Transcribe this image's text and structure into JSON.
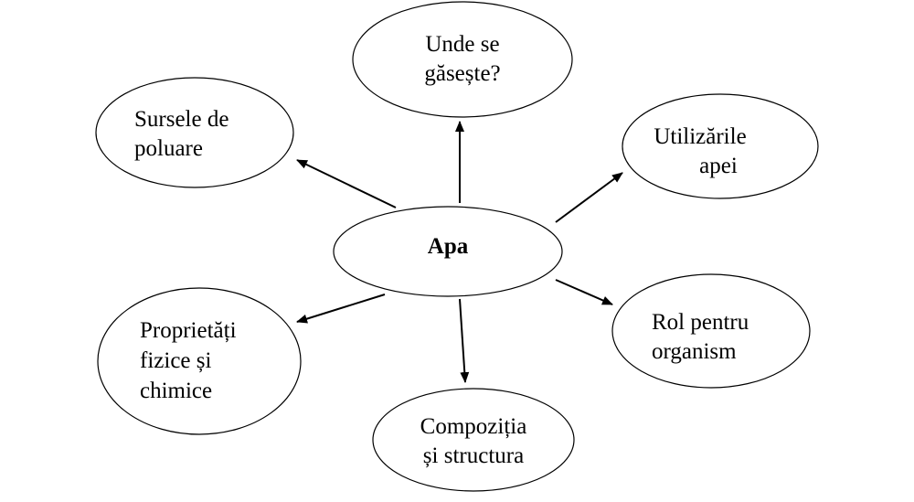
{
  "diagram": {
    "center": {
      "label": "Apa"
    },
    "nodes": {
      "unde": {
        "line1": "Unde se",
        "line2": "găsește?"
      },
      "surse": {
        "line1": "Sursele de",
        "line2": "poluare"
      },
      "utilizari": {
        "line1": "Utilizările",
        "line2": "apei"
      },
      "rol": {
        "line1": "Rol pentru",
        "line2": "organism"
      },
      "proprietati": {
        "line1": "Proprietăți",
        "line2": "fizice și",
        "line3": "chimice"
      },
      "compozitia": {
        "line1": "Compoziția",
        "line2": "și structura"
      }
    }
  }
}
